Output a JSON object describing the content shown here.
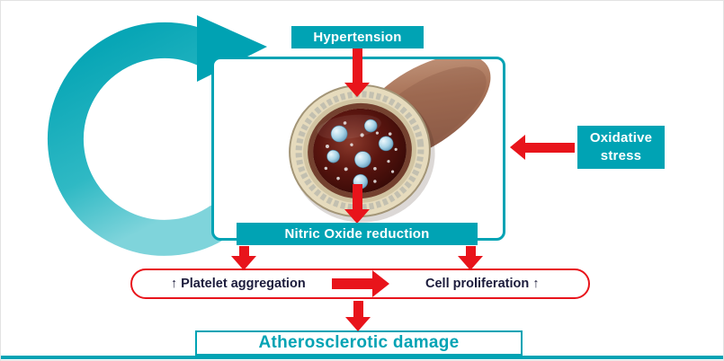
{
  "nodes": {
    "hypertension": {
      "label": "Hypertension"
    },
    "oxidative_stress": {
      "label": "Oxidative stress"
    },
    "nitric_oxide_reduction": {
      "label": "Nitric Oxide reduction"
    },
    "platelet_aggregation": {
      "label": "↑ Platelet aggregation"
    },
    "cell_proliferation": {
      "label": "Cell proliferation ↑"
    },
    "atherosclerotic_damage": {
      "label": "Atherosclerotic damage"
    }
  },
  "colors": {
    "teal": "#00a3b4",
    "red": "#e8141b",
    "text_dark": "#1c1c3c",
    "background": "#ffffff"
  },
  "icons": {
    "cycle_arrow": "counter-clockwise feedback loop arrow",
    "down_arrow": "red downward flow arrow",
    "left_arrow": "red leftward flow arrow",
    "right_arrow": "red rightward flow arrow",
    "vessel": "artery cross-section illustration"
  }
}
